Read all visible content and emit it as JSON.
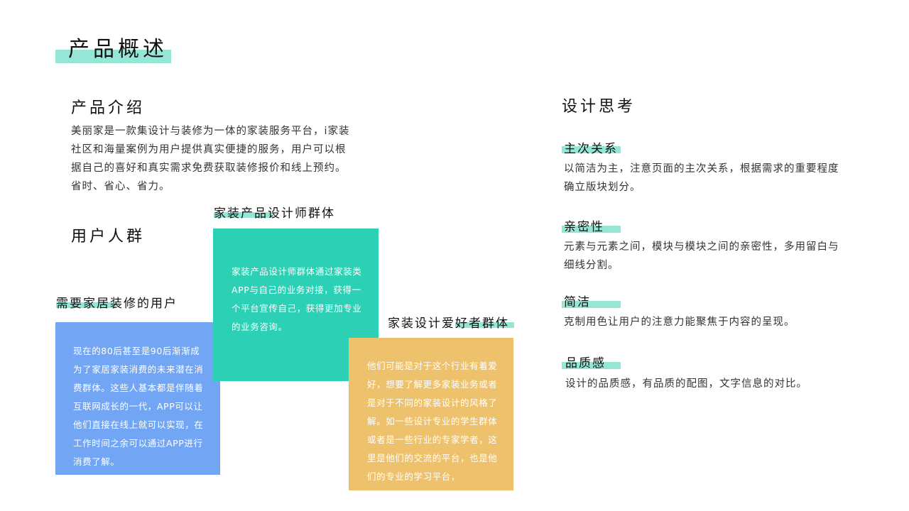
{
  "page": {
    "title": "产品概述"
  },
  "intro": {
    "heading": "产品介绍",
    "lines": [
      "美丽家是一款集设计与装修为一体的家装服务平台，i家装",
      "社区和海量案例为用户提供真实便捷的服务，用户可以根",
      "据自己的喜好和真实需求免费获取装修报价和线上预约。",
      "省时、省心、省力。"
    ]
  },
  "users": {
    "heading": "用户人群",
    "groups": [
      {
        "title": "需要家居装修的用户",
        "color": "#72a6f4",
        "lines": [
          "现在的80后甚至是90后渐渐成",
          "为了家居家装消费的未来潜在消",
          "费群体。这些人基本都是伴随着",
          "互联网成长的一代，APP可以让",
          "他们直接在线上就可以实现，在",
          "工作时间之余可以通过APP进行",
          "消费了解。"
        ]
      },
      {
        "title": "家装产品设计师群体",
        "color": "#2cd1b5",
        "lines": [
          "家装产品设计师群体通过家装类",
          "APP与自己的业务对接，获得一",
          "个平台宣传自己，获得更加专业",
          "的业务咨询。"
        ]
      },
      {
        "title": "家装设计爱好者群体",
        "color": "#eec16c",
        "lines": [
          "他们可能是对于这个行业有着爱",
          "好，想要了解更多家装业务或者",
          "是对于不同的家装设计的风格了",
          "解。如一些设计专业的学生群体",
          "或者是一些行业的专家学者，这",
          "里是他们的交流的平台，也是他",
          "们的专业的学习平台，"
        ]
      }
    ]
  },
  "design": {
    "heading": "设计思考",
    "items": [
      {
        "title": "主次关系",
        "lines": [
          "以简洁为主，注意页面的主次关系，根据需求的重要程度",
          "确立版块划分。"
        ]
      },
      {
        "title": "亲密性",
        "lines": [
          "元素与元素之间，模块与模块之间的亲密性，多用留白与",
          "细线分割。"
        ]
      },
      {
        "title": "简洁",
        "lines": [
          "克制用色让用户的注意力能聚焦于内容的呈现。"
        ]
      },
      {
        "title": "品质感",
        "lines": [
          "设计的品质感，有品质的配图，文字信息的对比。"
        ]
      }
    ]
  },
  "colors": {
    "highlight": "#96e6d6",
    "blue": "#72a6f4",
    "green": "#2cd1b5",
    "orange": "#eec16c"
  }
}
